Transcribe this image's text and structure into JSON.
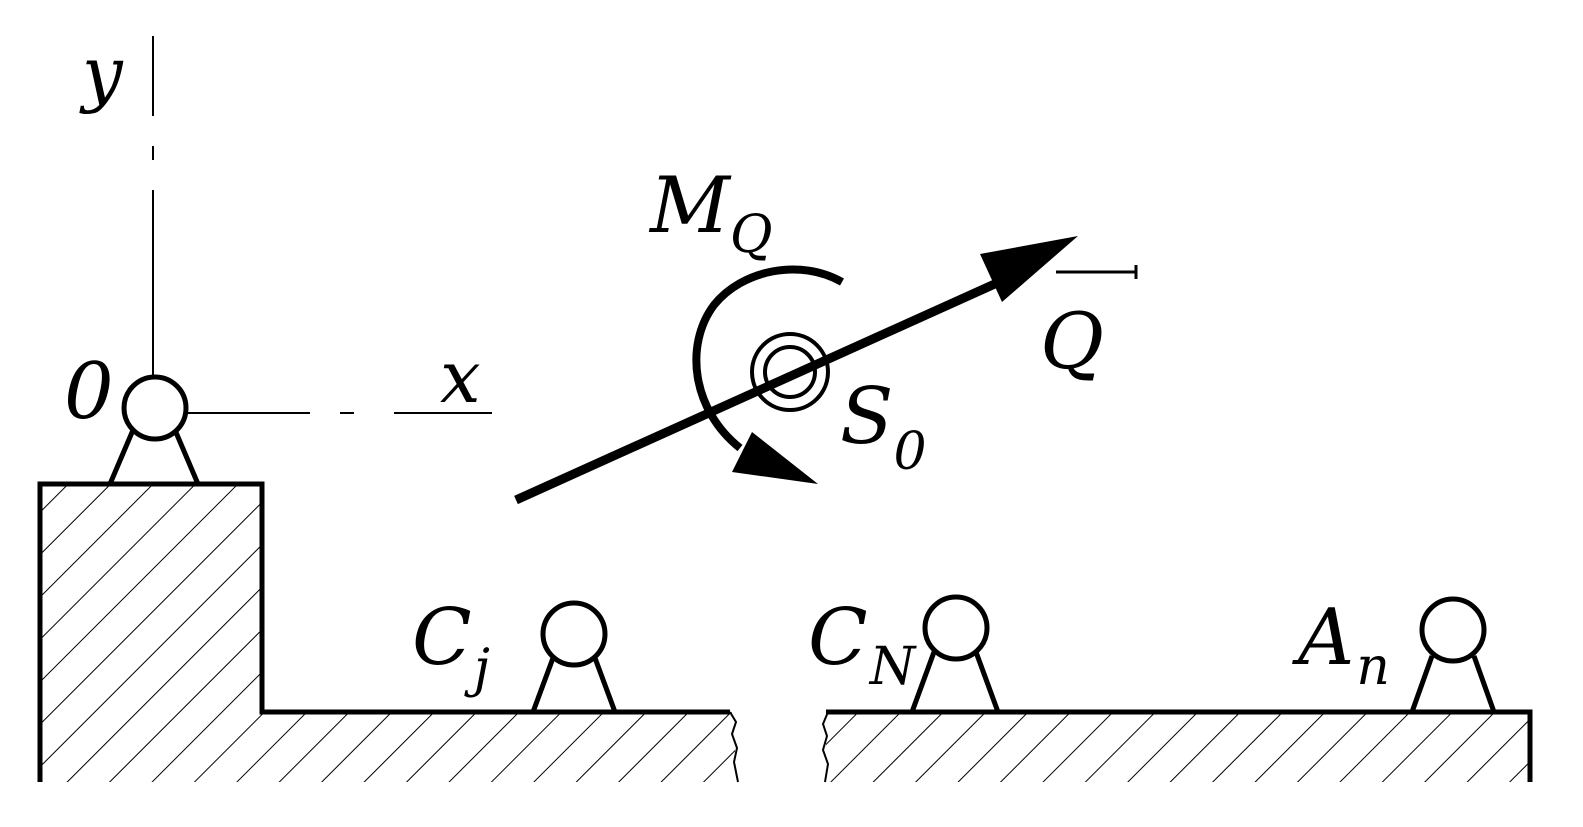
{
  "axes": {
    "x": "x",
    "y": "y",
    "origin": "0"
  },
  "moment": {
    "base": "M",
    "sub": "Q"
  },
  "force": {
    "base": "Q"
  },
  "center": {
    "base": "S",
    "sub": "0"
  },
  "supports": {
    "cj": {
      "base": "C",
      "sub": "j"
    },
    "cn": {
      "base": "C",
      "sub": "N"
    },
    "an": {
      "base": "A",
      "sub": "n"
    }
  },
  "colors": {
    "ink": "#000000",
    "background": "#ffffff"
  }
}
